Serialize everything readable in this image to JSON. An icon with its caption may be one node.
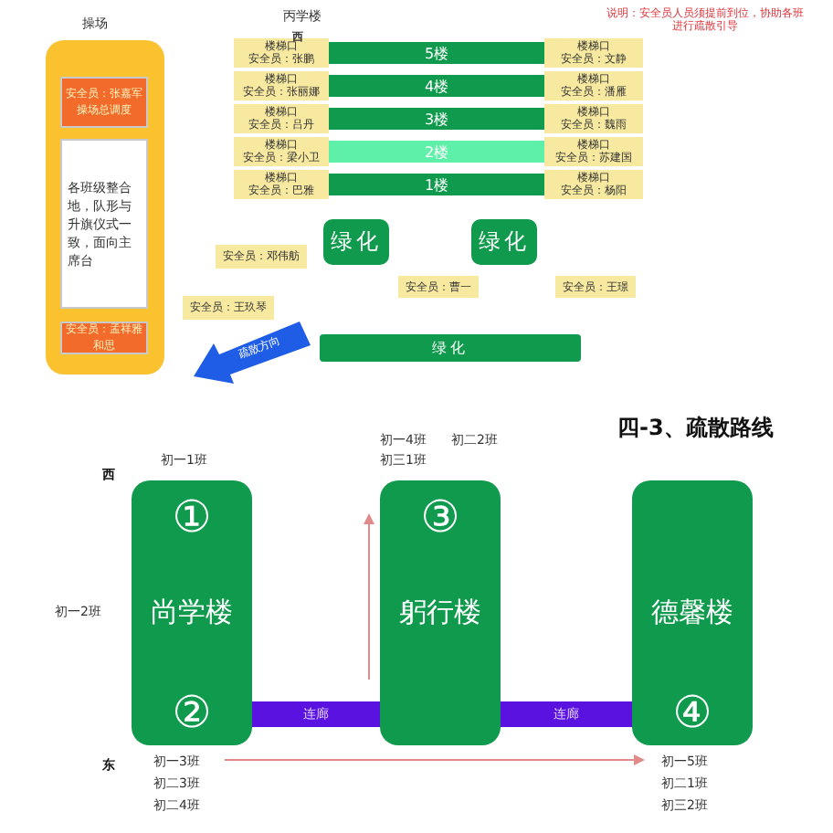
{
  "diagram": {
    "nodes": [
      {
        "text": [
          "操场"
        ]
      },
      {
        "text": [
          "安全员：张嘉军操场总调度"
        ],
        "in": 0
      },
      {
        "text": [
          "各班级整合地，队形与升旗仪式一致，面向主席台"
        ],
        "in": 0
      },
      {
        "text": [
          "安全员：孟祥雅和思"
        ],
        "in": 0
      },
      {
        "text": [
          "楼梯口",
          "安全员：张鹏"
        ]
      },
      {
        "text": [
          "5楼"
        ]
      },
      {
        "text": [
          "楼梯口",
          "安全员：文静"
        ]
      },
      {
        "text": [
          "楼梯口",
          "安全员：张丽娜"
        ]
      },
      {
        "text": [
          "4楼"
        ]
      },
      {
        "text": [
          "楼梯口",
          "安全员：潘雁"
        ]
      },
      {
        "text": [
          "楼梯口",
          "安全员：吕丹"
        ]
      },
      {
        "text": [
          "3楼"
        ]
      },
      {
        "text": [
          "楼梯口",
          "安全员：魏雨"
        ]
      },
      {
        "text": [
          "楼梯口",
          "安全员：梁小卫"
        ]
      },
      {
        "text": [
          "2楼"
        ]
      },
      {
        "text": [
          "楼梯口",
          "安全员：苏建国"
        ]
      },
      {
        "text": [
          "楼梯口",
          "安全员：巴雅"
        ]
      },
      {
        "text": [
          "1楼"
        ]
      },
      {
        "text": [
          "楼梯口",
          "安全员：杨阳"
        ]
      },
      {
        "text": [
          "绿化"
        ]
      },
      {
        "text": [
          "绿化"
        ]
      },
      {
        "text": [
          "安全员：邓伟舫"
        ]
      },
      {
        "text": [
          "安全员：曹一"
        ]
      },
      {
        "text": [
          "安全员：王璟"
        ]
      },
      {
        "text": [
          "安全员：王玖琴"
        ]
      },
      {
        "text": [
          "疏散方向"
        ]
      },
      {
        "text": [
          "绿化"
        ]
      },
      {
        "text": [
          "①",
          "尚学楼",
          "②"
        ]
      },
      {
        "text": [
          "③",
          "躬行楼"
        ]
      },
      {
        "text": [
          "德馨楼",
          "④"
        ]
      },
      {
        "text": [
          "连廊"
        ]
      },
      {
        "text": [
          "连廊"
        ]
      }
    ],
    "labels": [
      "丙学楼",
      "西",
      "说明：安全员人员须提前到位，协助各班进行疏散引导",
      "初一4班",
      "初二2班",
      "四-3、疏散路线",
      "初一1班",
      "初三1班",
      "西",
      "初一2班",
      "东",
      "初一3班",
      "初一5班",
      "初二3班",
      "初二1班",
      "初二4班",
      "初三2班"
    ]
  }
}
